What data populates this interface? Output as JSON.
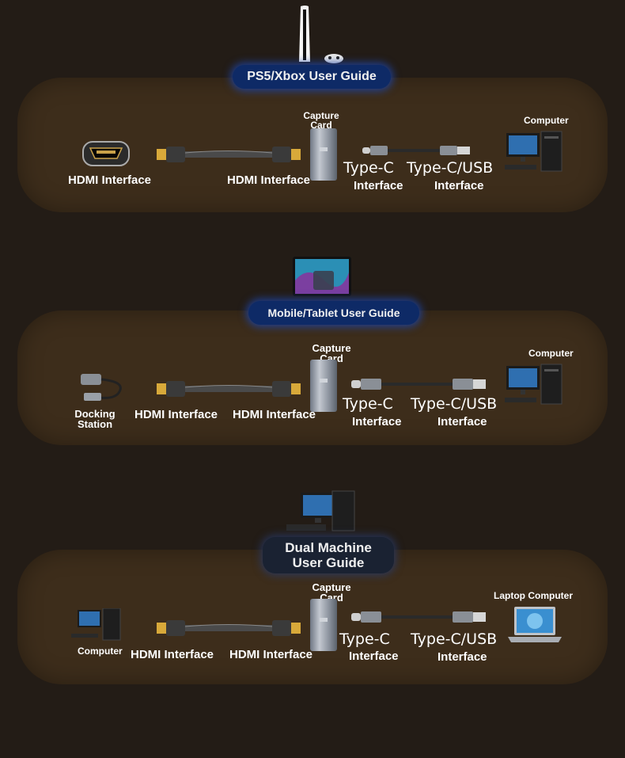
{
  "sections": [
    {
      "title": "PS5/Xbox User Guide",
      "source_label": "HDMI Interface",
      "cable_label": "HDMI Interface",
      "capture_card_label": "Capture Card",
      "typec_label": "Type-C",
      "typec_sub": "Interface",
      "usb_label": "Type-C/USB",
      "usb_sub": "Interface",
      "target_label": "Computer"
    },
    {
      "title": "Mobile/Tablet User Guide",
      "source_label": "Docking Station",
      "cable_label_left": "HDMI Interface",
      "cable_label_right": "HDMI Interface",
      "capture_card_label": "Capture Card",
      "typec_label": "Type-C",
      "typec_sub": "Interface",
      "usb_label": "Type-C/USB",
      "usb_sub": "Interface",
      "target_label": "Computer"
    },
    {
      "title_line1": "Dual Machine",
      "title_line2": "User Guide",
      "source_label": "Computer",
      "cable_label_left": "HDMI Interface",
      "cable_label_right": "HDMI Interface",
      "capture_card_label": "Capture Card",
      "typec_label": "Type-C",
      "typec_sub": "Interface",
      "usb_label": "Type-C/USB",
      "usb_sub": "Interface",
      "target_label": "Laptop Computer"
    }
  ],
  "colors": {
    "background": "#231c16",
    "panel": "#3d2d1b",
    "badge": "#0e2a66"
  }
}
